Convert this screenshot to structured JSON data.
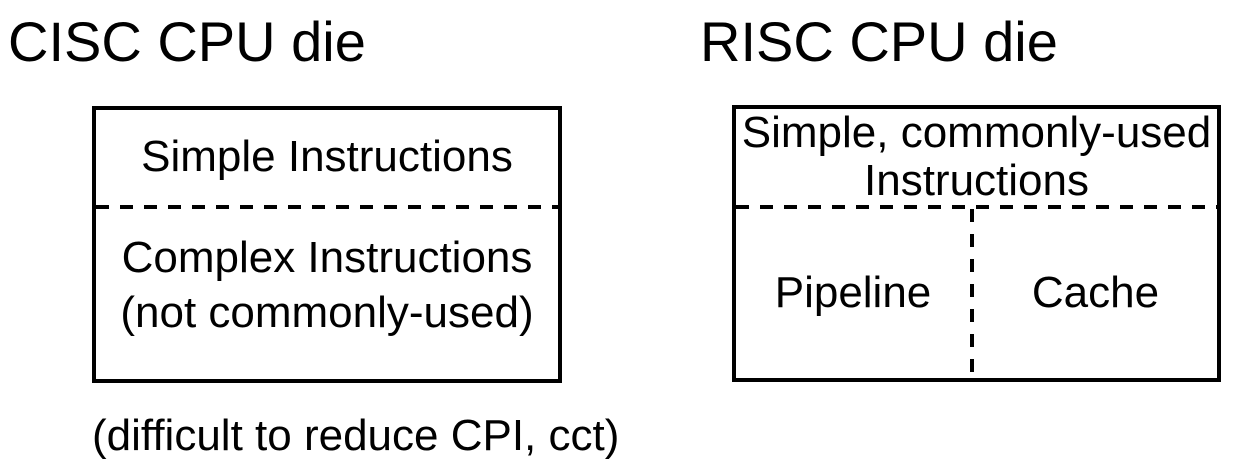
{
  "diagram": {
    "background_color": "#ffffff",
    "line_color": "#000000",
    "cisc": {
      "title": "CISC CPU die",
      "regions": {
        "top": "Simple Instructions",
        "bottom_line1": "Complex Instructions",
        "bottom_line2": "(not commonly-used)"
      },
      "caption": "(difficult to reduce CPI, cct)"
    },
    "risc": {
      "title": "RISC CPU die",
      "regions": {
        "top_line1": "Simple, commonly-used",
        "top_line2": "Instructions",
        "bottom_left": "Pipeline",
        "bottom_right": "Cache"
      }
    }
  }
}
